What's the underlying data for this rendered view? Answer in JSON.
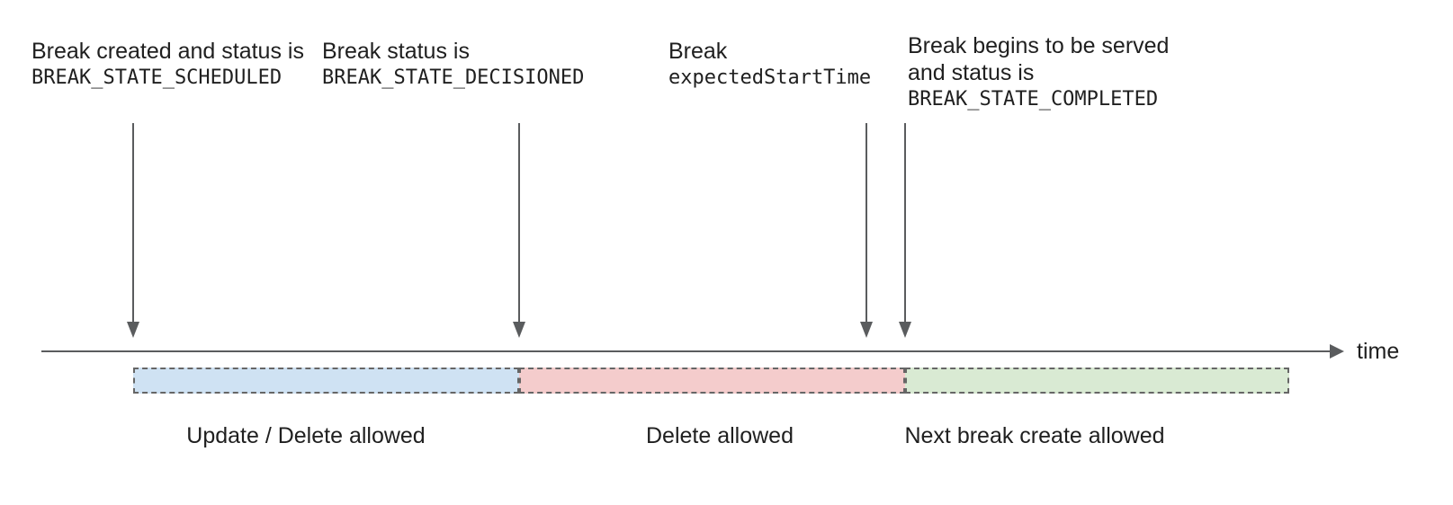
{
  "diagram": {
    "timeline": {
      "axis_label": "time"
    },
    "annotations": [
      {
        "id": "scheduled",
        "line1": "Break created and status is",
        "code": "BREAK_STATE_SCHEDULED"
      },
      {
        "id": "decisioned",
        "line1": "Break status is",
        "code": "BREAK_STATE_DECISIONED"
      },
      {
        "id": "expected",
        "line1": "Break",
        "code": "expectedStartTime"
      },
      {
        "id": "completed",
        "line1": "Break begins to be served",
        "line2": "and status is",
        "code": "BREAK_STATE_COMPLETED"
      }
    ],
    "segments": [
      {
        "label": "Update / Delete allowed",
        "fill": "#cfe2f3"
      },
      {
        "label": "Delete allowed",
        "fill": "#f4cccc"
      },
      {
        "label": "Next break create allowed",
        "fill": "#d9ead3"
      }
    ],
    "colors": {
      "arrow": "#5a5c5e",
      "segment_border": "#666666",
      "text": "#1f1f1f"
    }
  }
}
